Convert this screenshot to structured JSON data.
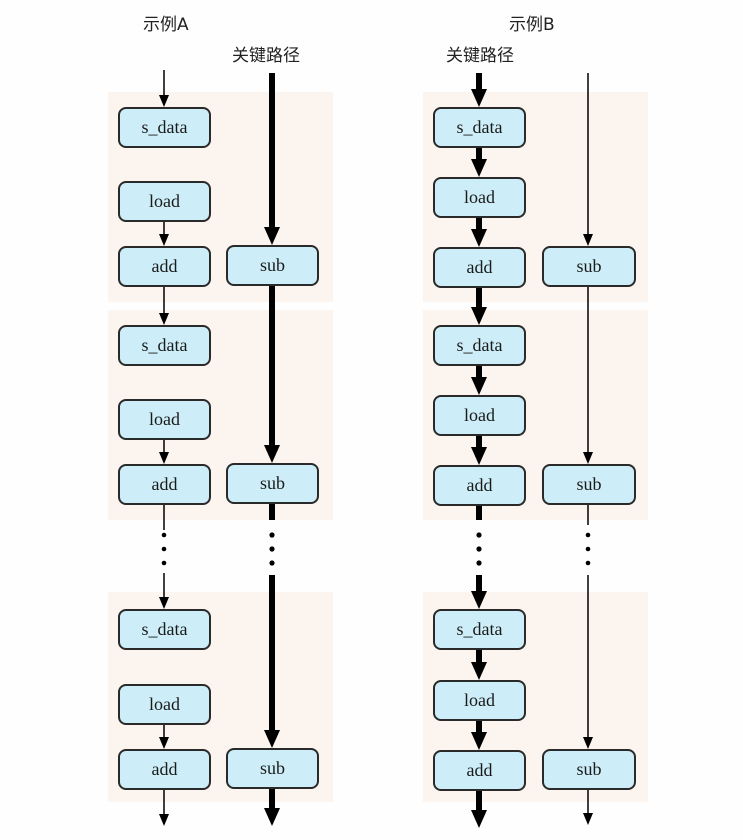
{
  "example_a": {
    "title": "示例A",
    "critical_path_label": "关键路径",
    "left_column": [
      "s_data",
      "load",
      "add",
      "s_data",
      "load",
      "add",
      "s_data",
      "load",
      "add"
    ],
    "right_column": [
      "sub",
      "sub",
      "sub"
    ],
    "critical_path_column": "right"
  },
  "example_b": {
    "title": "示例B",
    "critical_path_label": "关键路径",
    "left_column": [
      "s_data",
      "load",
      "add",
      "s_data",
      "load",
      "add",
      "s_data",
      "load",
      "add"
    ],
    "right_column": [
      "sub",
      "sub",
      "sub"
    ],
    "critical_path_column": "left"
  },
  "ellipsis": "⋮",
  "colors": {
    "box_fill": "#cdeef8",
    "box_border": "#2a2a2a",
    "arrow": "#000000",
    "band": "#fbf4ef"
  }
}
